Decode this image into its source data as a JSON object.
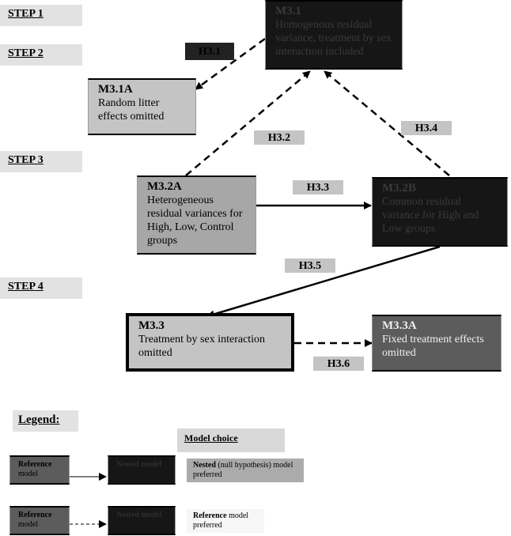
{
  "steps": [
    "STEP 1",
    "STEP 2",
    "STEP 3",
    "STEP 4"
  ],
  "models": {
    "m31": {
      "title": "M3.1",
      "text": "Homogenous residual variance, treatment by sex interaction included"
    },
    "m31a": {
      "title": "M3.1A",
      "text": "Random litter effects omitted"
    },
    "m32a": {
      "title": "M3.2A",
      "text": "Heterogeneous residual variances for High, Low, Control groups"
    },
    "m32b": {
      "title": "M3.2B",
      "text": "Common residual variance for High and Low groups"
    },
    "m33": {
      "title": "M3.3",
      "text": "Treatment by sex interaction omitted"
    },
    "m33a": {
      "title": "M3.3A",
      "text": "Fixed treatment effects omitted"
    }
  },
  "hypotheses": {
    "h31": "H3.1",
    "h32": "H3.2",
    "h33": "H3.3",
    "h34": "H3.4",
    "h35": "H3.5",
    "h36": "H3.6"
  },
  "legend": {
    "title": "Legend:",
    "model_choice": "Model choice",
    "reference_bold": "Reference",
    "reference_rest": "model",
    "nested_model": "Nested model",
    "nested_bold": "Nested",
    "nested_rest": " (null hypothesis) model preferred",
    "reference_pref_bold": "Reference",
    "reference_pref_rest": " model preferred"
  }
}
